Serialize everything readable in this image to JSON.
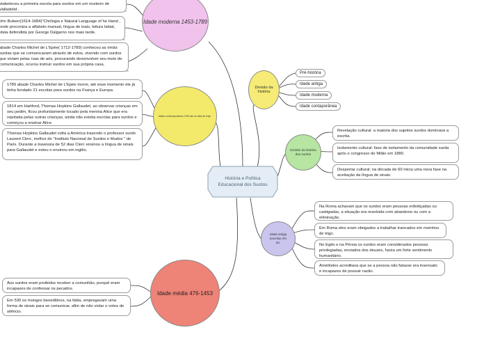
{
  "central": {
    "line1": "História e Política",
    "line2": "Educacional dos Surdos"
  },
  "topics": {
    "moderna": "Idade moderna 1453-1789",
    "contemporanea": "Idade contemporânea 1789 até os dias de hoje.",
    "media": "Idade média 476-1453",
    "divisao_historia": "Divisão da história",
    "divisao_surdos": "Divisão da história dos surdos",
    "antiga": "Idade antiga (escritas 4% do:"
  },
  "moderna_notes": [
    "stabeleceu a primeira escola para surdos em um nosteiro de Valladolid .",
    "ohn Bulwer(1614-1684)\"Chrilogia e Natural Language of he Hand , onde proconiza a alfabeto manual, língua de inais, leitura labial, ideia defendida por George Dalgarno nos mais tarde.",
    "abade Charles Michel de L'Epée( 1712-1789) conheceu as irmãs surdas que se comunicavam através de estos, vivendo com surdos que viviam pelas ruas de aris, procurando desenvolver seu meio de comunicação, ocurou instruir surdos em sua própria casa."
  ],
  "contemporanea_notes": [
    "1789 abade Charles Michel de L'Epée morre, até esse momento ele já tinha fundado 21 escolas para surdos na França e Europa.",
    "1814 em Hartford, Thomas Hopkins Gallaudet, ao observar crianças em seu jardim, ficou profundamente tocado pela menina Alice que era rejeitada pelas outras crianças,  ainda não existia escolas para surdos e começou a ensinar Alice.",
    "Thomas Hopkins Gallaudet volta a América trazendo o professor surdo Laurent Clerc, melhor do \"Instituto Nacional  de Surdos e Mudos \" de Paris. Durante a travessia de 52 dias Clerc ensinou a língua de sinais para Gallaudet e estou o ensinou em inglês."
  ],
  "media_notes": [
    "Aos surdos eram proibidos receber a comunhão, porquê eram incapazes de confessar os pecados.",
    "Em 530 os monges beneditinos, na Itália, empregavam uma forma de sinais para se comunicar, afim de não violar o votos de silêncio."
  ],
  "historia_items": [
    "Pré-história",
    "Idade antiga",
    "Idade moderna",
    "Idade contaporânea"
  ],
  "surdos_notes": [
    "Revelação cultural: a maioria dos sujeitos surdos dominava a escrita.",
    "Isolamento cultural: fase de isolamento da comunidade surda após o congresso de Milão em 1880.",
    "Despertar cultural: na década de 60 inicia uma nova fase na aceitação da língua de sinais."
  ],
  "antiga_notes": [
    "Na Roma achavam que os surdos eram pessoas enfeitiçadas ou castigadas, a situação era resolvida com abandono ou com a eliminação.",
    "Em Roma eles eram obrigados a trabalhar trancados em moinhos de trigo.",
    "No Egito e na Pérsia os surdos eram considerados pessoas privilegiadas, enviados dos deuses, havia um forte sentimento humanitário.",
    "Aristóteles acreditava que se a pessoa não falasse era insensato e incapazes de possuir razão."
  ],
  "colors": {
    "moderna": "#f0c2ec",
    "contemporanea": "#f3ea6c",
    "media": "#ee8377",
    "divisao_historia": "#f5eb76",
    "divisao_surdos": "#b6e6a2",
    "antiga": "#c9c5ed",
    "central_fill": "#e4edf5",
    "central_border": "#8aa0b4",
    "line": "#333333"
  }
}
